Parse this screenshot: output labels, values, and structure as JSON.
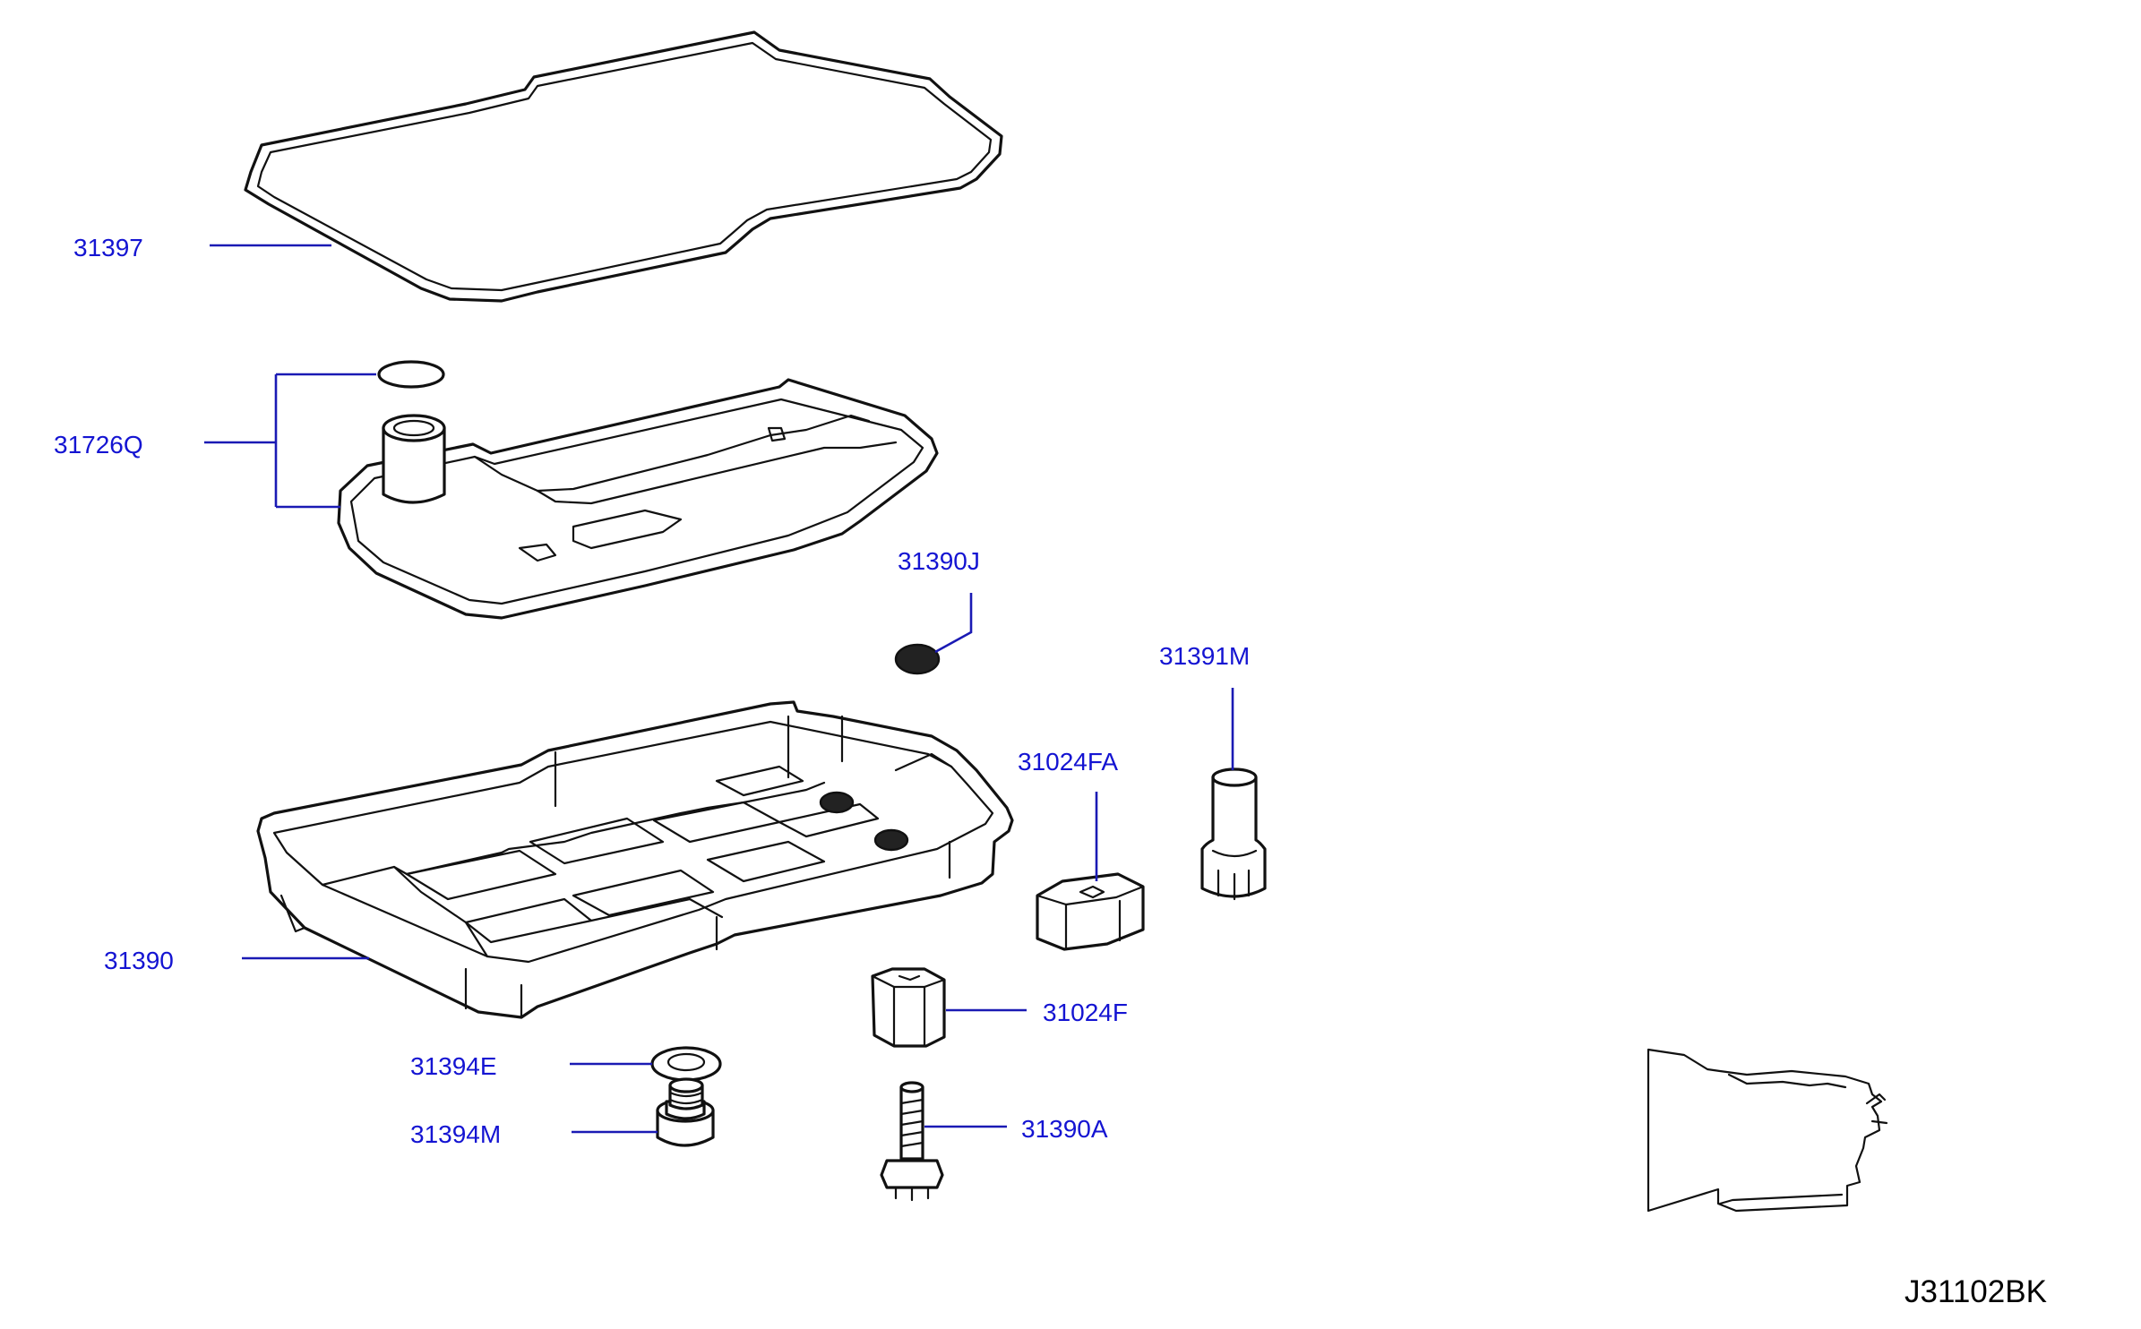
{
  "diagram": {
    "id_code": "J31102BK",
    "parts": [
      {
        "key": "gasket",
        "label": "31397",
        "name": "oil-pan-gasket"
      },
      {
        "key": "strainer",
        "label": "31726Q",
        "name": "oil-strainer"
      },
      {
        "key": "strainer_mesh",
        "label": "31390J",
        "name": "strainer-mesh"
      },
      {
        "key": "connector_sleeve",
        "label": "31391M",
        "name": "connector-sleeve"
      },
      {
        "key": "clip_a",
        "label": "31024FA",
        "name": "retaining-clip-a"
      },
      {
        "key": "oil_pan",
        "label": "31390",
        "name": "oil-pan"
      },
      {
        "key": "clip_b",
        "label": "31024F",
        "name": "retaining-clip-b"
      },
      {
        "key": "drain_washer",
        "label": "31394E",
        "name": "drain-plug-washer"
      },
      {
        "key": "drain_plug",
        "label": "31394M",
        "name": "drain-plug"
      },
      {
        "key": "pan_bolt",
        "label": "31390A",
        "name": "pan-bolt"
      }
    ]
  },
  "colors": {
    "label": "#1414d2",
    "leader": "#1a1ab4",
    "linework": "#111111",
    "background": "#ffffff"
  }
}
